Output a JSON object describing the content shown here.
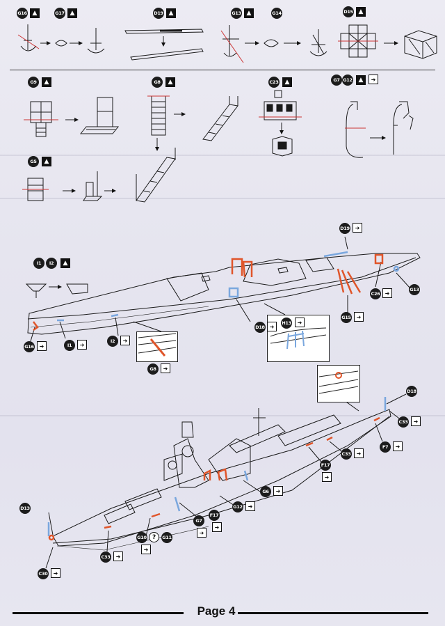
{
  "labels": {
    "g16_top": "G16",
    "g17_top": "G17",
    "d19_top": "D19",
    "g13_top": "G13",
    "g14_top": "G14",
    "d15_top": "D15",
    "g9": "G9",
    "g8_mid": "G8",
    "c23": "C23",
    "g7": "G7",
    "g12_mid": "G12",
    "g5": "G5",
    "i1_left": "I1",
    "i2_left": "I2",
    "d19_hull": "D19",
    "c26": "C26",
    "g13_hull": "G13",
    "d18_hull": "D18",
    "h13": "H13",
    "g15": "G15",
    "g16_hull": "G16",
    "i1_hull": "I1",
    "i2_hull": "I2",
    "g8_hull": "G8",
    "d18_ship": "D18",
    "c33_a": "C33",
    "f7": "F7",
    "c33_b": "C33",
    "f17_a": "F17",
    "g6": "G6",
    "g12_ship": "G12",
    "f17_b": "F17",
    "g7_ship": "G7",
    "g10": "G10",
    "g11": "G11",
    "d13": "D13",
    "c33_c": "C33",
    "c30": "C30",
    "question": "?"
  },
  "footer": {
    "page_label": "Page 4"
  },
  "colors": {
    "ink": "#1a1a1a",
    "photo_etch_orange": "#e0552a",
    "resin_blue": "#7aa7de",
    "paper": "#e9e8f1"
  }
}
